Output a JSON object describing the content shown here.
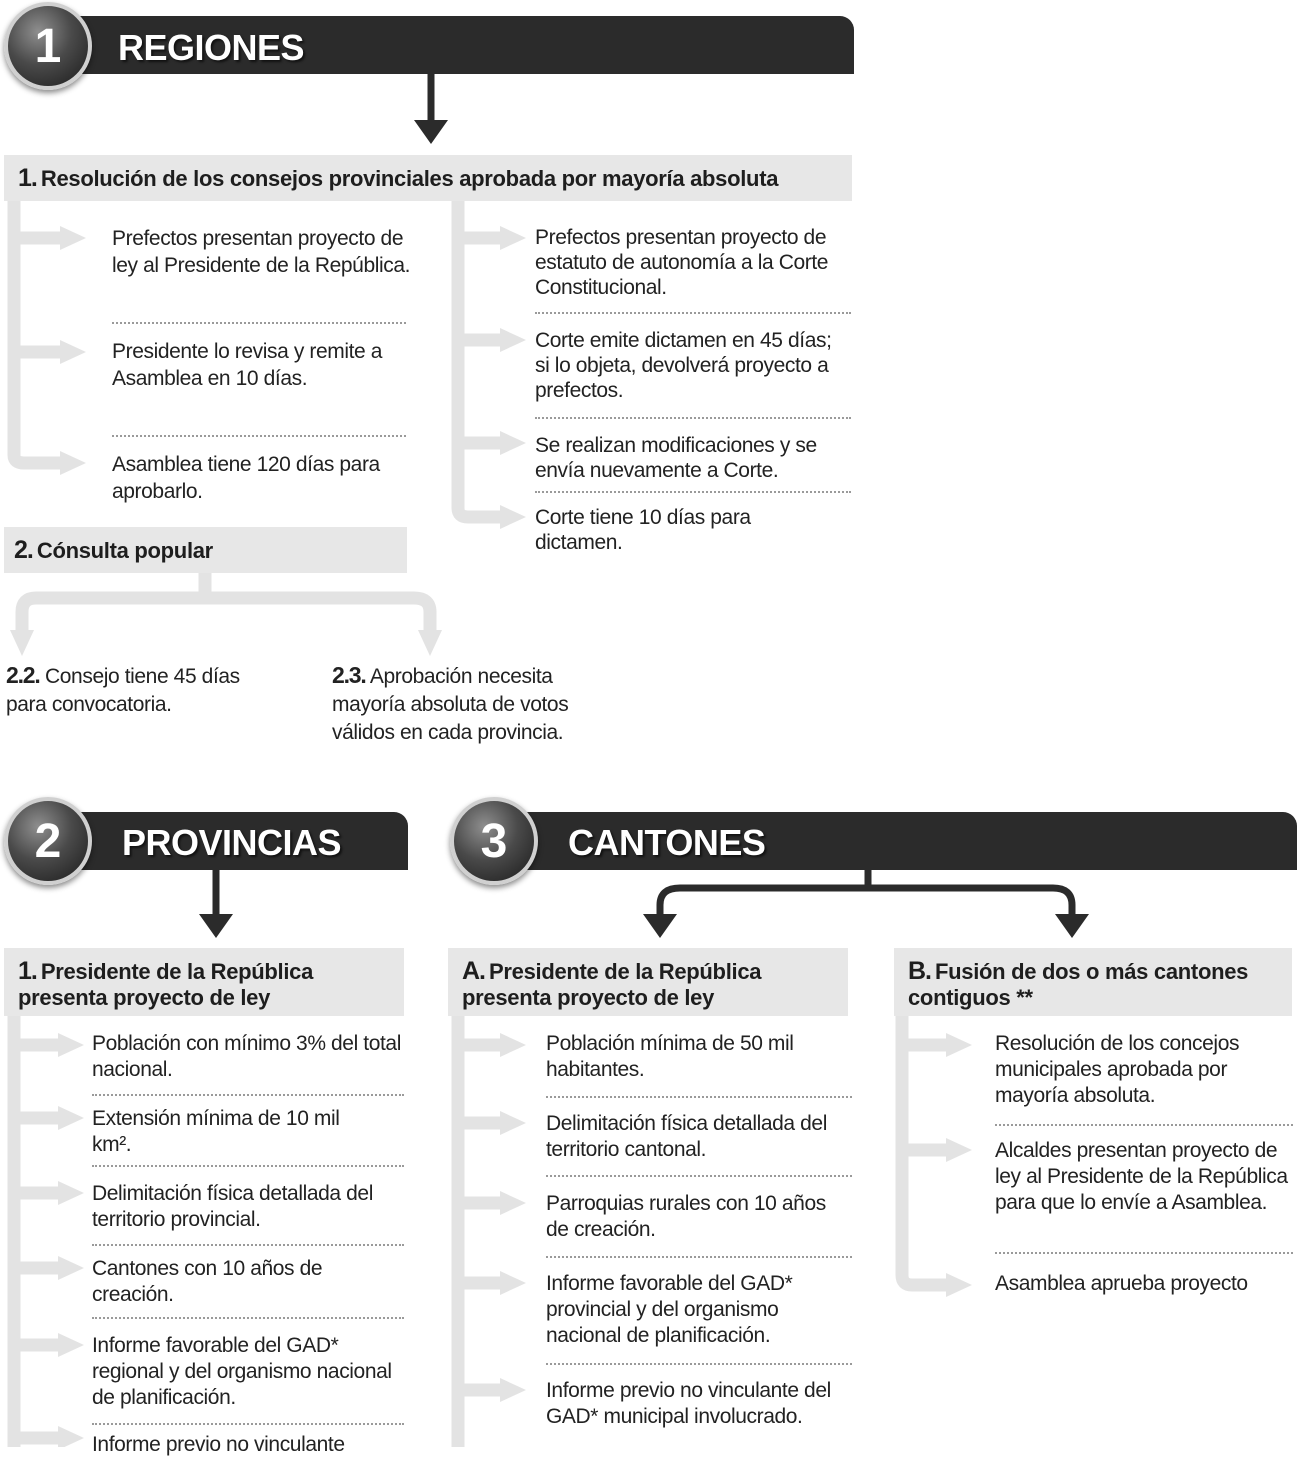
{
  "regiones": {
    "badge": "1",
    "title": "REGIONES",
    "step1": {
      "num": "1.",
      "title": "Resolución de los consejos provinciales aprobada por mayoría absoluta",
      "left_items": [
        "Prefectos presentan proyecto de ley al Presidente de la República.",
        "Presidente lo revisa y remite a Asamblea en 10 días.",
        "Asamblea tiene 120 días para aprobarlo."
      ],
      "right_items": [
        "Prefectos presentan proyecto de estatuto de autonomía a la Corte Constitucional.",
        "Corte emite dictamen en 45 días; si lo objeta, devolverá proyecto a prefectos.",
        "Se realizan modificaciones y se envía nuevamente a Corte.",
        "Corte tiene 10 días para dictamen."
      ]
    },
    "step2": {
      "num": "2.",
      "title": "Cónsulta popular",
      "sub_a_num": "2.2.",
      "sub_a_text": "Consejo tiene 45 días para convocatoria.",
      "sub_b_num": "2.3.",
      "sub_b_text": "Aprobación necesita mayoría absoluta de votos válidos en cada provincia."
    }
  },
  "provincias": {
    "badge": "2",
    "title": "PROVINCIAS",
    "step1": {
      "num": "1.",
      "title": "Presidente de la República presenta proyecto de ley",
      "items": [
        "Población con mínimo 3% del total nacional.",
        "Extensión mínima de 10 mil km².",
        "Delimitación física detallada del territorio provincial.",
        "Cantones con 10 años de creación.",
        "Informe favorable del GAD* regional y del organismo nacional de planificación.",
        "Informe previo no vinculante"
      ]
    }
  },
  "cantones": {
    "badge": "3",
    "title": "CANTONES",
    "stepA": {
      "num": "A.",
      "title": "Presidente de la República presenta proyecto de ley",
      "items": [
        "Población mínima de 50 mil habitantes.",
        "Delimitación física detallada del territorio cantonal.",
        "Parroquias rurales con 10 años de creación.",
        "Informe favorable del GAD* provincial y del organismo nacional de planificación.",
        "Informe previo no vinculante del GAD* municipal involucrado."
      ]
    },
    "stepB": {
      "num": "B.",
      "title": "Fusión de dos o más cantones contiguos **",
      "items": [
        "Resolución de los concejos municipales aprobada por mayoría absoluta.",
        "Alcaldes presentan proyecto de ley al Presidente de la República para que lo envíe a Asamblea.",
        "Asamblea aprueba proyecto"
      ]
    }
  },
  "colors": {
    "banner": "#2b2b2b",
    "header_bg": "#e7e7e7",
    "connector": "#e3e3e3",
    "arrow": "#2b2b2b"
  }
}
